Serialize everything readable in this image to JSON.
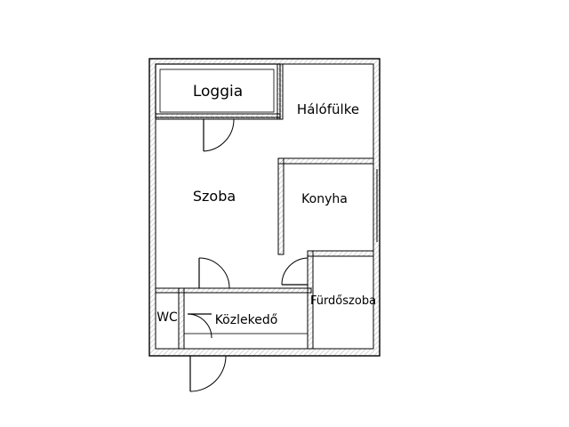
{
  "rooms": {
    "loggia": "Loggia",
    "halofulke": "Hálófülke",
    "szoba": "Szoba",
    "konyha": "Konyha",
    "furdoszoba": "Fürdőszoba",
    "wc": "WC",
    "kozlekedo": "Közlekedő"
  },
  "colors": {
    "wall_outline": "#000000",
    "hatch": "#9a9a9a",
    "background": "#ffffff"
  }
}
